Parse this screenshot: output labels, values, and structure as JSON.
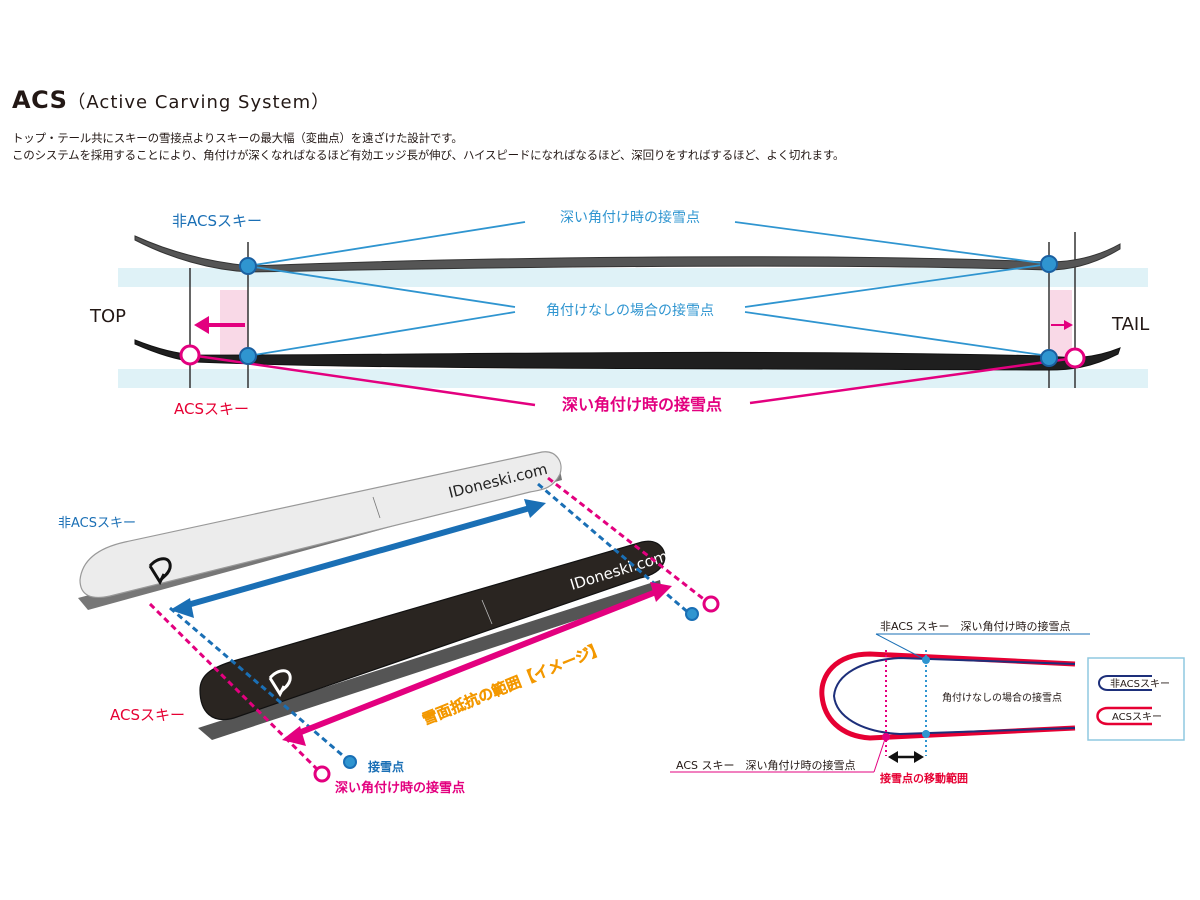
{
  "title": {
    "main": "ACS",
    "sub": "（Active Carving System）"
  },
  "description": [
    "トップ・テール共にスキーの雪接点よりスキーの最大幅（変曲点）を遠ざけた設計です。",
    "このシステムを採用することにより、角付けが深くなればなるほど有効エッジ長が伸び、ハイスピードになればなるほど、深回りをすればするほど、よく切れます。"
  ],
  "top_diagram": {
    "non_acs_label": "非ACSスキー",
    "deep_edge_contact_non_acs": "深い角付け時の接雪点",
    "flat_contact": "角付けなしの場合の接雪点",
    "top_label": "TOP",
    "tail_label": "TAIL",
    "acs_label": "ACSスキー",
    "deep_edge_contact_acs": "深い角付け時の接雪点"
  },
  "ski_diagram": {
    "non_acs_label": "非ACSスキー",
    "acs_label": "ACSスキー",
    "brand": "IDoneski.com",
    "snow_resistance": "雪面抵抗の範囲【イメージ】",
    "contact_point": "接雪点",
    "deep_edge_contact": "深い角付け時の接雪点"
  },
  "detail_diagram": {
    "non_acs_deep": "非ACS スキー　深い角付け時の接雪点",
    "flat_contact": "角付けなしの場合の接雪点",
    "acs_deep": "ACS スキー　深い角付け時の接雪点",
    "movement_range": "接雪点の移動範囲",
    "legend_non_acs": "非ACSスキー",
    "legend_acs": "ACSスキー"
  },
  "colors": {
    "blue": "#2f95d0",
    "deep_blue": "#1a6fb5",
    "magenta": "#e3007f",
    "red": "#e60033",
    "navy": "#1d2f7a",
    "band": "#dff2f7"
  }
}
